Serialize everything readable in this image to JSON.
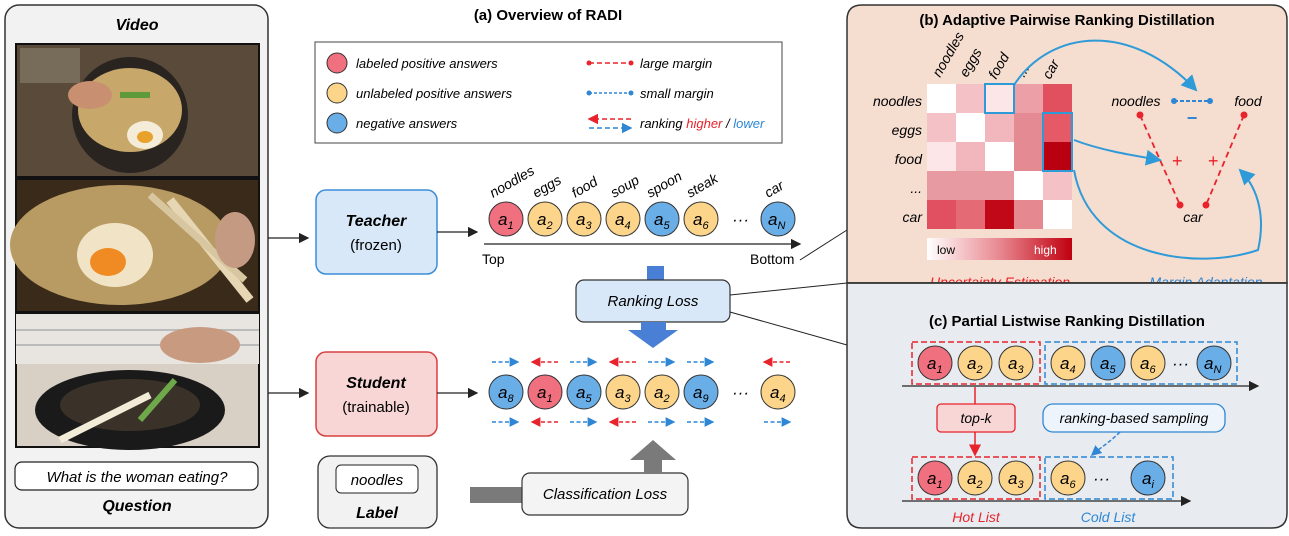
{
  "left_panel": {
    "video_title": "Video",
    "question_text": "What is the woman eating?",
    "question_title": "Question"
  },
  "overview": {
    "title": "(a) Overview of RADI",
    "legend": {
      "labeled": "labeled positive answers",
      "unlabeled": "unlabeled positive answers",
      "negative": "negative answers",
      "large_margin": "large margin",
      "small_margin": "small margin",
      "ranking_prefix": "ranking ",
      "ranking_higher": "higher",
      "ranking_sep": " / ",
      "ranking_lower": "lower"
    },
    "teacher": {
      "name": "Teacher",
      "state": "(frozen)"
    },
    "student": {
      "name": "Student",
      "state": "(trainable)"
    },
    "label_box": {
      "value": "noodles",
      "title": "Label"
    },
    "ranking_loss": "Ranking Loss",
    "classification_loss": "Classification Loss",
    "teacher_words": [
      "noodles",
      "eggs",
      "food",
      "soup",
      "spoon",
      "steak",
      "car"
    ],
    "axis_top": "Top",
    "axis_bottom": "Bottom",
    "ellipsis": "···"
  },
  "panel_b": {
    "title": "(b) Adaptive Pairwise Ranking Distillation",
    "col_labels": [
      "noodles",
      "eggs",
      "food",
      "...",
      "car"
    ],
    "row_labels": [
      "noodles",
      "eggs",
      "food",
      "...",
      "car"
    ],
    "colorbar_low": "low",
    "colorbar_high": "high",
    "uncertainty_caption": "Uncertainty Estimation",
    "margin_caption": "Margin Adaptation",
    "pair_left": "noodles",
    "pair_right": "food",
    "bottom_word": "car",
    "plus": "+",
    "minus": "−"
  },
  "panel_c": {
    "title": "(c) Partial Listwise Ranking Distillation",
    "topk": "top-k",
    "sampling": "ranking-based sampling",
    "hot_list": "Hot List",
    "cold_list": "Cold List"
  },
  "colors": {
    "red": "#f07080",
    "yellow": "#fcd58a",
    "blue": "#6aaee8",
    "accent_red": "#e8232b",
    "accent_blue": "#2e86d4"
  }
}
